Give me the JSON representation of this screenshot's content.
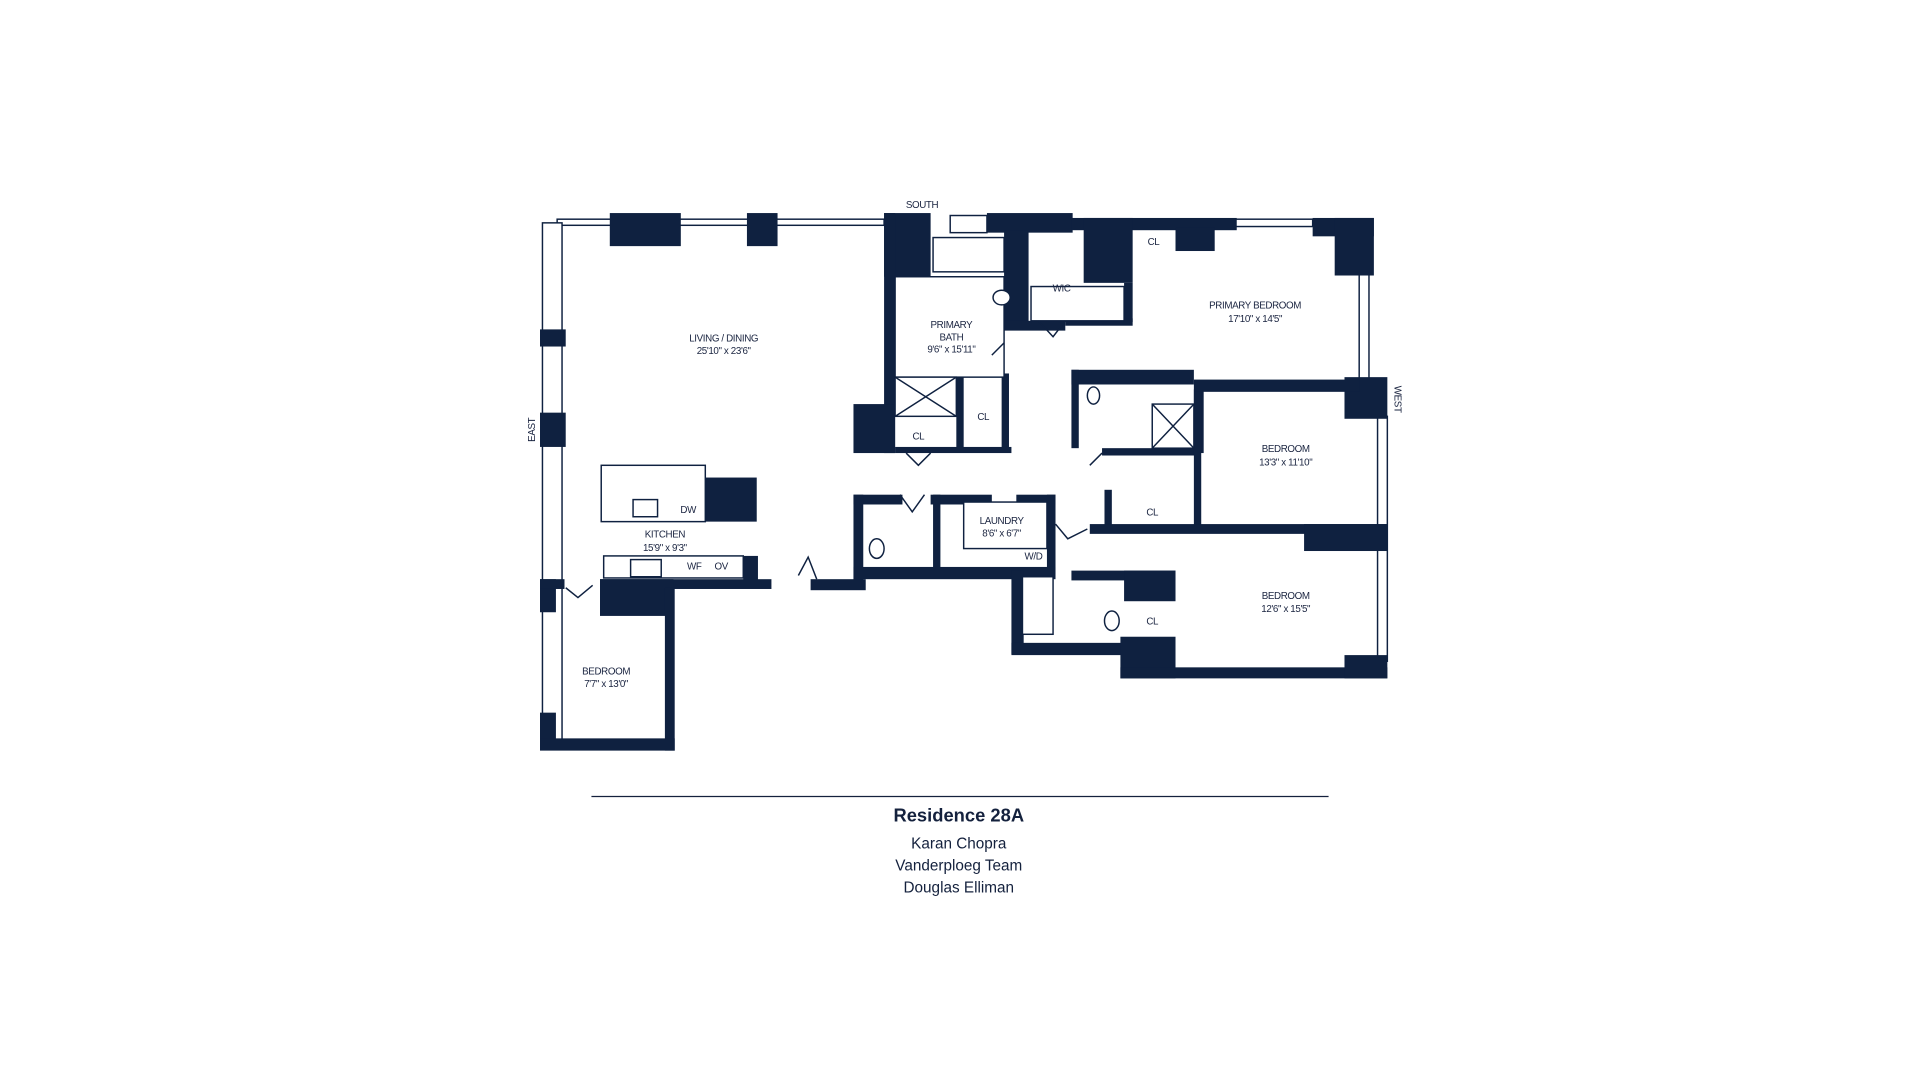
{
  "compass": {
    "south": "SOUTH",
    "east": "EAST",
    "west": "WEST"
  },
  "rooms": {
    "living": {
      "name": "LIVING / DINING",
      "size": "25'10\" x 23'6\""
    },
    "primary_bath": {
      "name1": "PRIMARY",
      "name2": "BATH",
      "size": "9'6\" x 15'11\""
    },
    "wic": "WIC",
    "primary_bedroom": {
      "name": "PRIMARY BEDROOM",
      "size": "17'10\" x 14'5\""
    },
    "bedroom2": {
      "name": "BEDROOM",
      "size": "13'3\" x 11'10\""
    },
    "laundry": {
      "name": "LAUNDRY",
      "size": "8'6\" x 6'7\""
    },
    "kitchen": {
      "name": "KITCHEN",
      "size": "15'9\" x 9'3\""
    },
    "bedroom3": {
      "name": "BEDROOM",
      "size": "12'6\" x 15'5\""
    },
    "bedroom4": {
      "name": "BEDROOM",
      "size": "7'7\" x 13'0\""
    }
  },
  "fixtures": {
    "closet": "CL",
    "washer_dryer": "W/D",
    "dishwasher": "DW",
    "wine_fridge": "WF",
    "oven": "OV"
  },
  "footer": {
    "title": "Residence 28A",
    "agent": "Karan Chopra",
    "team": "Vanderploeg Team",
    "brokerage": "Douglas Elliman"
  },
  "colors": {
    "wall": "#0f2140"
  }
}
